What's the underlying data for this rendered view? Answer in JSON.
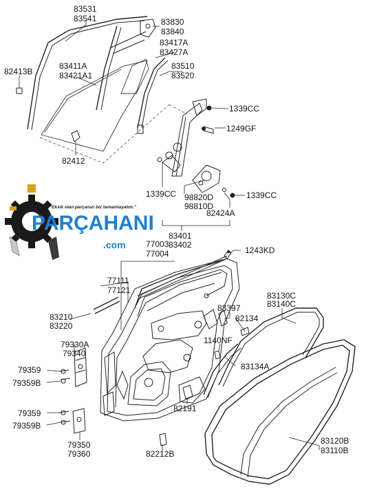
{
  "logo": {
    "name": "PARÇAHANI",
    "domain": ".com",
    "tagline": "\"Eksik olan parçanızı biz tamamlayalım.\"",
    "color": "#1d7fd1"
  },
  "labels": {
    "l83531": "83531",
    "l83541": "83541",
    "l83830": "83830",
    "l83840": "83840",
    "l83417A": "83417A",
    "l83427A": "83427A",
    "l83510": "83510",
    "l83520": "83520",
    "l82413B": "82413B",
    "l83411A": "83411A",
    "l83421A1": "83421A1",
    "l1339CC_a": "1339CC",
    "l1249GF": "1249GF",
    "l82412": "82412",
    "l1339CC_b": "1339CC",
    "l1339CC_c": "1339CC",
    "l98820D": "98820D",
    "l98810D": "98810D",
    "l82424A": "82424A",
    "l83401": "83401",
    "l83402": "83402",
    "l77003": "77003",
    "l77004": "77004",
    "l1243KD": "1243KD",
    "l77111": "77111",
    "l77121": "77121",
    "l83130C": "83130C",
    "l83140C": "83140C",
    "l83397": "83397",
    "l83210": "83210",
    "l83220": "83220",
    "l82134": "82134",
    "l79330A": "79330A",
    "l79340": "79340",
    "l1140NF": "1140NF",
    "l83134A": "83134A",
    "l79359_a": "79359",
    "l79359B_a": "79359B",
    "l82191": "82191",
    "l79359_b": "79359",
    "l79359B_b": "79359B",
    "l79350": "79350",
    "l79360": "79360",
    "l82212B": "82212B",
    "l83120B": "83120B",
    "l83110B": "83110B"
  }
}
